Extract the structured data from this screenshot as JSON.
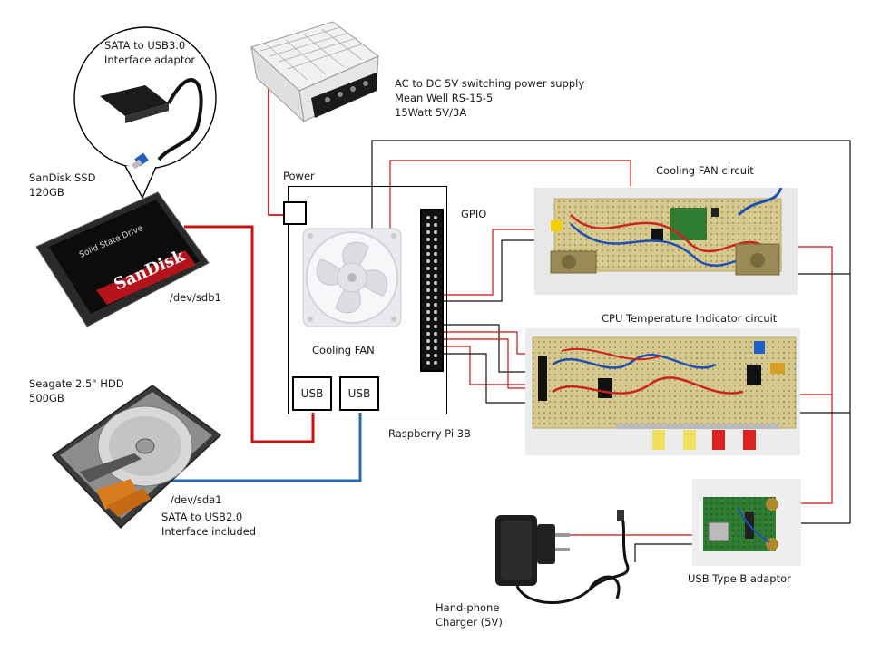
{
  "labels": {
    "sata_usb3": [
      "SATA to USB3.0",
      "Interface adaptor"
    ],
    "sandisk": [
      "SanDisk SSD",
      "120GB"
    ],
    "ssd_dev": "/dev/sdb1",
    "seagate": [
      "Seagate 2.5\" HDD",
      "500GB"
    ],
    "hdd_dev": "/dev/sda1",
    "sata_usb2": [
      "SATA to USB2.0",
      "Interface included"
    ],
    "psu": [
      "AC to DC 5V switching power supply",
      "Mean Well RS-15-5",
      "15Watt 5V/3A"
    ],
    "power": "Power",
    "gpio": "GPIO",
    "cooling_fan": "Cooling FAN",
    "usb1": "USB",
    "usb2": "USB",
    "rpi": "Raspberry Pi 3B",
    "fan_circuit": "Cooling FAN circuit",
    "cpu_temp_circuit": "CPU Temperature Indicator circuit",
    "usb_typeb": "USB Type B adaptor",
    "charger": [
      "Hand-phone",
      "Charger (5V)"
    ]
  },
  "product_text": {
    "ssd_brand": "SanDisk",
    "ssd_caption": "Solid State Drive"
  },
  "colors": {
    "red_wire": "#cc1111",
    "blue_wire": "#1f6db5",
    "black_wire": "#111111"
  },
  "icons": [
    "sata-usb3-adapter-icon",
    "ssd-icon",
    "hdd-icon",
    "psu-icon",
    "fan-icon",
    "gpio-header-icon",
    "fan-circuit-board-icon",
    "cpu-temp-board-icon",
    "usb-typeb-board-icon",
    "charger-icon"
  ]
}
